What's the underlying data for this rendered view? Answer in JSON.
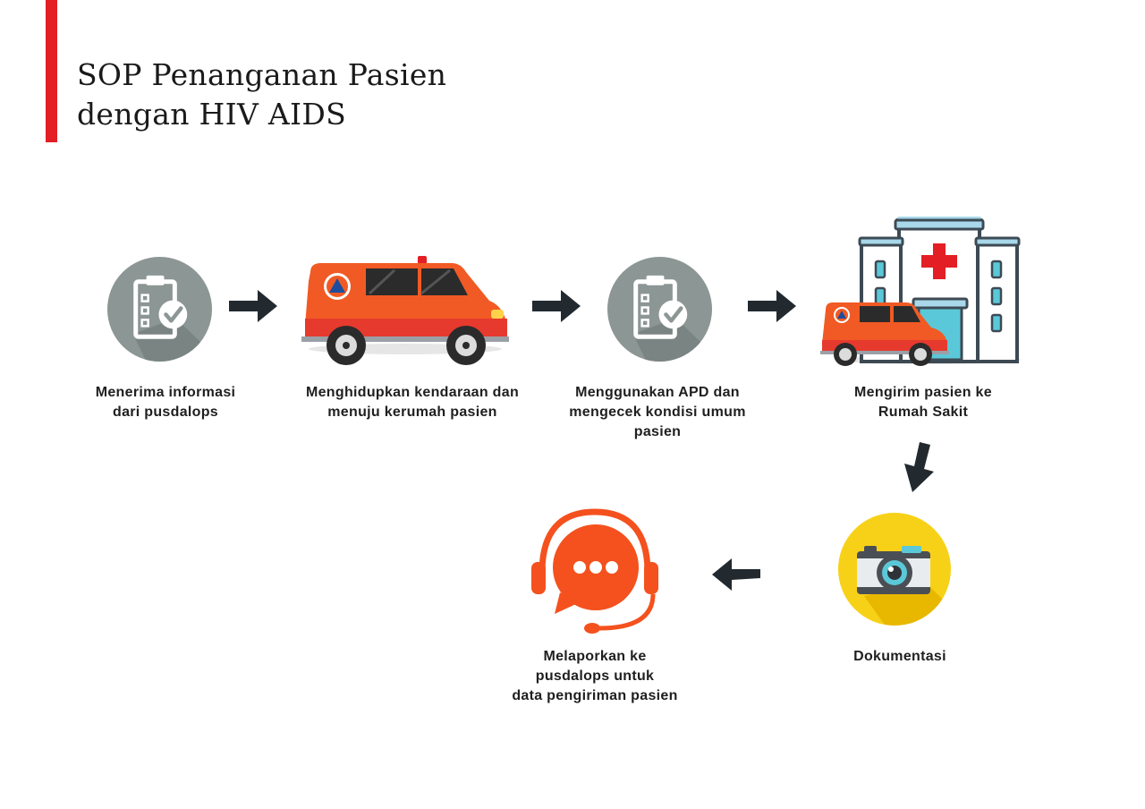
{
  "title": {
    "line1": "SOP Penanganan Pasien",
    "line2": "dengan HIV AIDS"
  },
  "colors": {
    "accent_red": "#e31e24",
    "circle_gray": "#8c9694",
    "ambulance_orange": "#f15a24",
    "camera_yellow": "#f7d117",
    "headset_orange": "#f4511e",
    "arrow_dark": "#222a30"
  },
  "steps": [
    {
      "icon": "clipboard-check-icon",
      "lines": [
        "Menerima informasi",
        "dari pusdalops"
      ]
    },
    {
      "icon": "ambulance-icon",
      "lines": [
        "Menghidupkan kendaraan dan",
        "menuju kerumah pasien"
      ]
    },
    {
      "icon": "clipboard-check-icon",
      "lines": [
        "Menggunakan APD dan",
        "mengecek kondisi umum",
        "pasien"
      ]
    },
    {
      "icon": "hospital-ambulance-icon",
      "lines": [
        "Mengirim pasien ke",
        "Rumah Sakit"
      ]
    },
    {
      "icon": "camera-icon",
      "lines": [
        "Dokumentasi"
      ]
    },
    {
      "icon": "headset-chat-icon",
      "lines": [
        "Melaporkan ke",
        "pusdalops untuk",
        "data pengiriman pasien"
      ]
    }
  ]
}
